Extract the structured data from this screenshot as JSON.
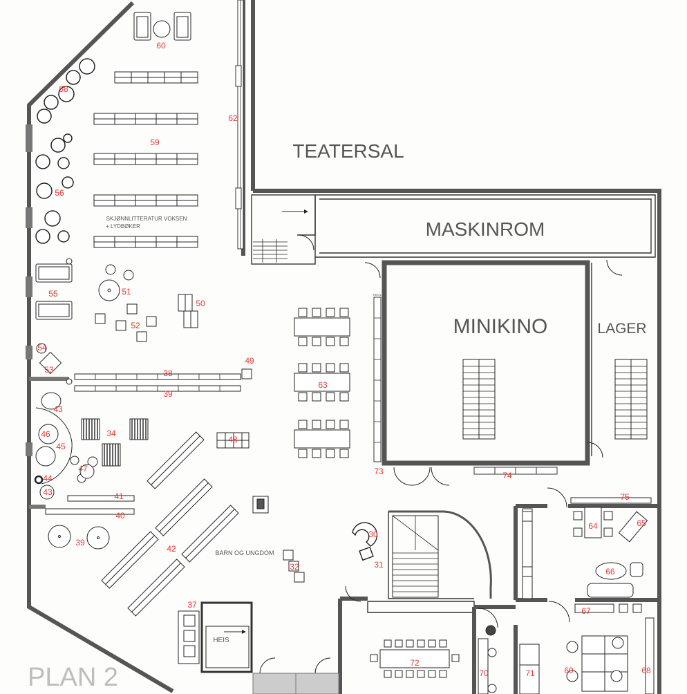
{
  "floor": {
    "label": "PLAN 2"
  },
  "rooms": {
    "teatersal": "TEATERSAL",
    "maskinrom": "MASKINROM",
    "minikino": "MINIKINO",
    "lager": "LAGER",
    "heis": "HEIS",
    "barn": "BARN OG UNGDOM",
    "skjonn": "SKJØNNLITTERATUR VOKSEN",
    "skjonn2": "+ LYDBØKER"
  },
  "numbers": {
    "n30": "30",
    "n31": "31",
    "n32": "32",
    "n34": "34",
    "n37": "37",
    "n38": "38",
    "n39": "39",
    "n40": "40",
    "n41": "41",
    "n42": "42",
    "n43a": "43",
    "n43b": "43",
    "n44": "44",
    "n45": "45",
    "n46": "46",
    "n47": "47",
    "n48": "48",
    "n49": "49",
    "n50": "50",
    "n51": "51",
    "n52": "52",
    "n53": "53",
    "n54": "54",
    "n55": "55",
    "n56": "56",
    "n58": "58",
    "n59": "59",
    "n60": "60",
    "n62": "62",
    "n63": "63",
    "n64": "64",
    "n65": "65",
    "n66": "66",
    "n67": "67",
    "n68": "68",
    "n69": "69",
    "n70": "70",
    "n71": "71",
    "n72": "72",
    "n73": "73",
    "n74": "74",
    "n75": "75"
  },
  "colors": {
    "wall": "#555555",
    "number": "#e53935",
    "background": "#fdfdfb"
  }
}
